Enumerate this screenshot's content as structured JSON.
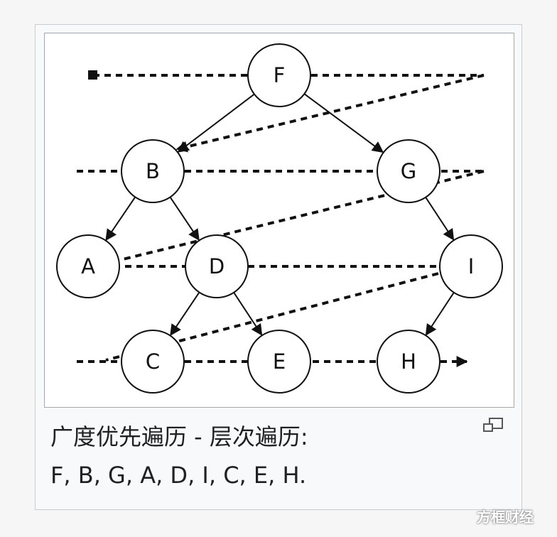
{
  "caption": {
    "title": "广度优先遍历 - 层次遍历:",
    "sequence": "F, B, G, A, D, I, C, E, H."
  },
  "tree": {
    "nodes": [
      {
        "id": "F",
        "label": "F"
      },
      {
        "id": "B",
        "label": "B"
      },
      {
        "id": "G",
        "label": "G"
      },
      {
        "id": "A",
        "label": "A"
      },
      {
        "id": "D",
        "label": "D"
      },
      {
        "id": "I",
        "label": "I"
      },
      {
        "id": "C",
        "label": "C"
      },
      {
        "id": "E",
        "label": "E"
      },
      {
        "id": "H",
        "label": "H"
      }
    ],
    "edges": [
      [
        "F",
        "B"
      ],
      [
        "F",
        "G"
      ],
      [
        "B",
        "A"
      ],
      [
        "B",
        "D"
      ],
      [
        "G",
        "I"
      ],
      [
        "D",
        "C"
      ],
      [
        "D",
        "E"
      ],
      [
        "I",
        "H"
      ]
    ],
    "traversal_order": [
      "F",
      "B",
      "G",
      "A",
      "D",
      "I",
      "C",
      "E",
      "H"
    ]
  },
  "icons": {
    "enlarge": "enlarge-icon"
  },
  "watermark": "方框财经"
}
